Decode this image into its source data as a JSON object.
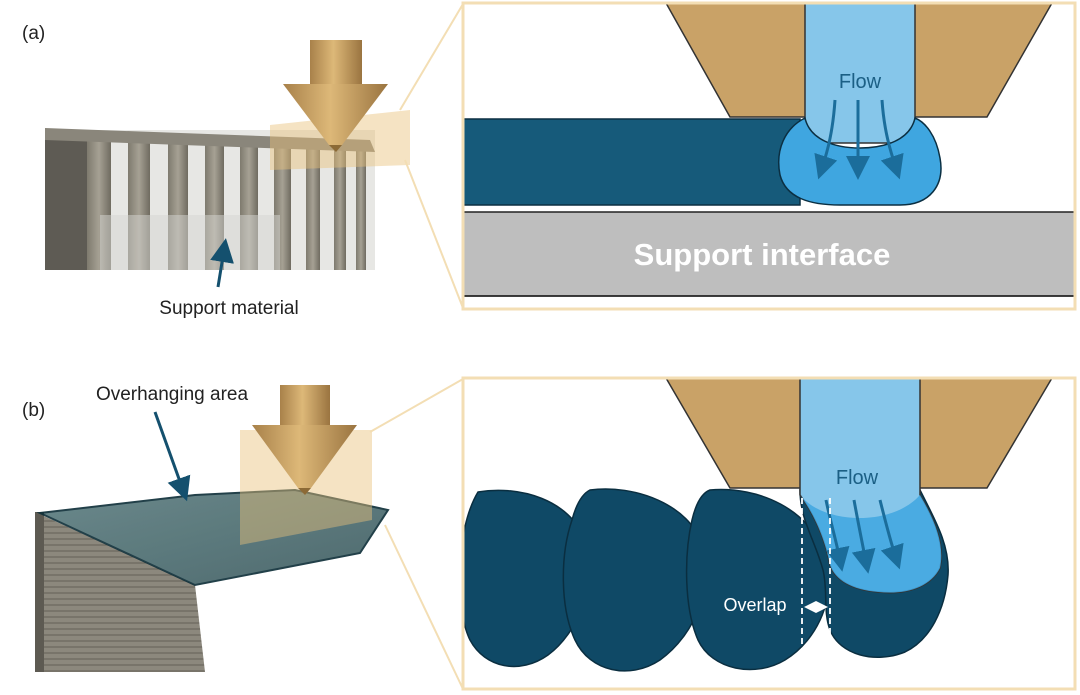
{
  "panel_a": {
    "tag": "(a)",
    "support_material_label": "Support material",
    "flow_label": "Flow",
    "support_interface_label": "Support interface"
  },
  "panel_b": {
    "tag": "(b)",
    "overhanging_area_label": "Overhanging area",
    "flow_label": "Flow",
    "overlap_label": "Overlap"
  },
  "colors": {
    "nozzle_gold": "#C9A267",
    "frame_beige": "#F3DEB4",
    "flow_light_blue": "#86C6EA",
    "drop_mid_blue": "#3FA6E0",
    "strand_dark_blue": "#165A7A",
    "bead_dark_blue": "#0F4966",
    "support_gray": "#BEBEBE",
    "arrow_blue": "#1B6D9B"
  }
}
